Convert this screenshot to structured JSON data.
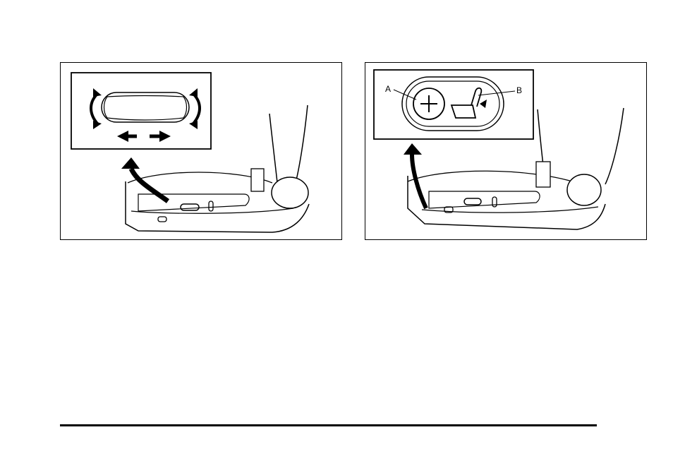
{
  "figures": [
    {
      "id": "seat-position-control",
      "insets": [
        "fore-aft-arrows",
        "up-down-arrows"
      ]
    },
    {
      "id": "lumbar-control",
      "callouts": {
        "a": "A",
        "b": "B"
      }
    }
  ],
  "colors": {
    "line": "#000000",
    "background": "#ffffff"
  }
}
